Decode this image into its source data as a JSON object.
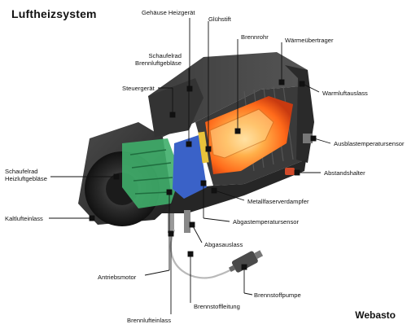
{
  "title": "Luftheizsystem",
  "brand": "Webasto",
  "labels": {
    "gehaeuse": "Gehäuse Heizgerät",
    "gluehstift": "Glühstift",
    "brennrohr": "Brennrohr",
    "waermeuebertrager": "Wärmeübertrager",
    "schaufelrad_brennluft": "Schaufelrad\nBrennluftgebläse",
    "steuergeraet": "Steuergerät",
    "warmluftauslass": "Warmluftauslass",
    "ausblastemperatursensor": "Ausblastemperatursensor",
    "schaufelrad_heizluft": "Schaufelrad\nHeizluftgebläse",
    "abstandshalter": "Abstandshalter",
    "metallfaserverdampfer": "Metallfaserverdampfer",
    "kaltlufteinlass": "Kaltlufteinlass",
    "abgastemperatursensor": "Abgastemperatursensor",
    "abgasauslass": "Abgasauslass",
    "antriebsmotor": "Antriebsmotor",
    "brennstoffpumpe": "Brennstoffpumpe",
    "brennstoffleitung": "Brennstoffleitung",
    "brennlufteinlass": "Brennlufteinlass"
  },
  "colors": {
    "housing_dark": "#2b2b2b",
    "housing_mid": "#4a4a4a",
    "flame_inner": "#ffb04a",
    "flame_outer": "#ff6a1a",
    "blower_green": "#3fae6a",
    "motor_blue": "#3a62c8",
    "leader": "#111111"
  }
}
